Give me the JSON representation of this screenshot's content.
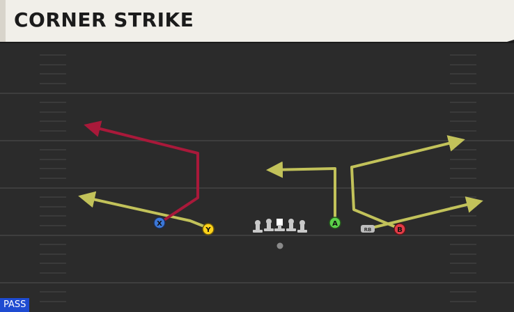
{
  "play": {
    "title": "CORNER STRIKE",
    "type": "PASS"
  },
  "colors": {
    "route_primary": "#c2c25a",
    "route_x": "#a9193a",
    "x_receiver": "#3c78d8",
    "y_receiver": "#ffd21a",
    "a_receiver": "#5cd14a",
    "b_receiver": "#e23c46",
    "field": "#2b2b2b",
    "yard_line": "#3d3d3d",
    "badge": "#1e4bd1"
  },
  "players": {
    "x": {
      "label": "X",
      "icon": "x-button-icon"
    },
    "y": {
      "label": "Y",
      "icon": "y-button-icon"
    },
    "a": {
      "label": "A",
      "icon": "a-button-icon"
    },
    "b": {
      "label": "B",
      "icon": "b-button-icon"
    },
    "rb": {
      "label": "RB"
    }
  }
}
